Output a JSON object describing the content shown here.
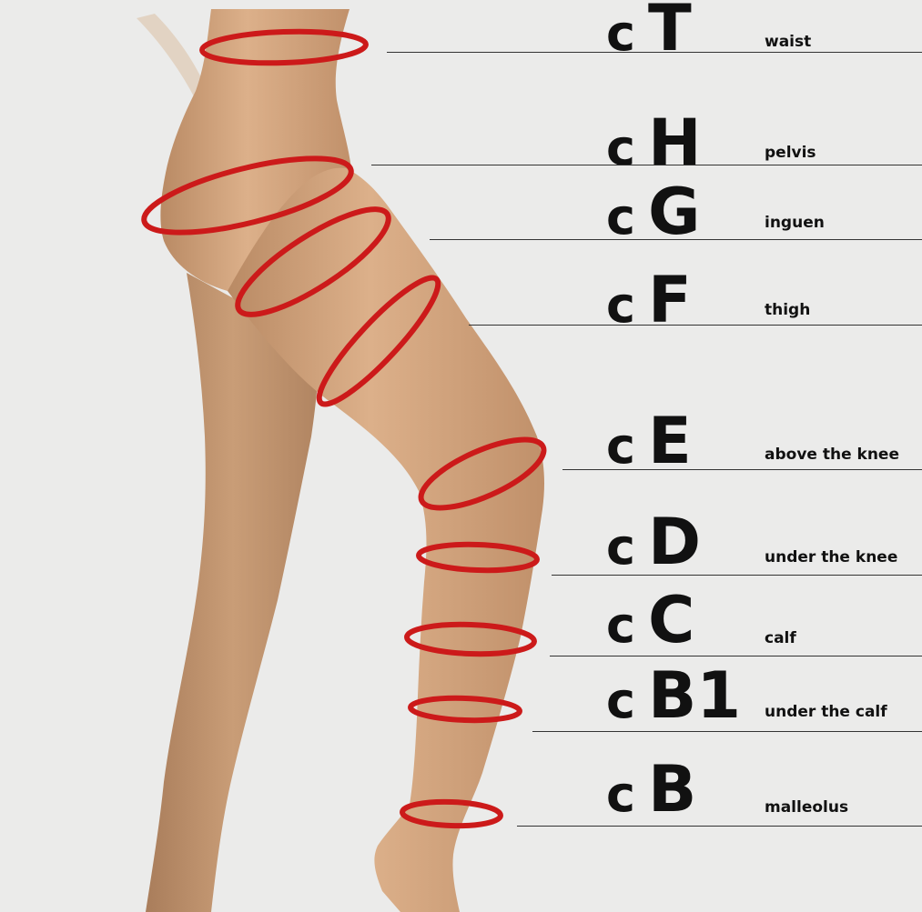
{
  "colors": {
    "background": "#ebebea",
    "skin": "#d2a47c",
    "ring": "#cc1a1a",
    "text": "#111111"
  },
  "measurements": [
    {
      "prefix": "c",
      "letter": "T",
      "name": "waist"
    },
    {
      "prefix": "c",
      "letter": "H",
      "name": "pelvis"
    },
    {
      "prefix": "c",
      "letter": "G",
      "name": "inguen"
    },
    {
      "prefix": "c",
      "letter": "F",
      "name": "thigh"
    },
    {
      "prefix": "c",
      "letter": "E",
      "name": "above the knee"
    },
    {
      "prefix": "c",
      "letter": "D",
      "name": "under the knee"
    },
    {
      "prefix": "c",
      "letter": "C",
      "name": "calf"
    },
    {
      "prefix": "c",
      "letter": "B1",
      "name": "under the calf"
    },
    {
      "prefix": "c",
      "letter": "B",
      "name": "malleolus"
    }
  ]
}
